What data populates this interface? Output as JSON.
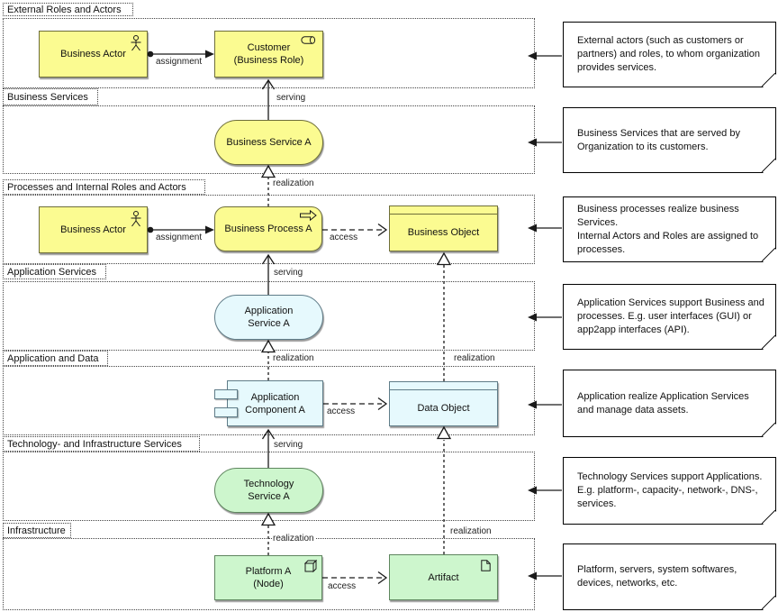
{
  "sections": [
    {
      "label": "External Roles and Actors"
    },
    {
      "label": "Business Services"
    },
    {
      "label": "Processes and Internal Roles and Actors"
    },
    {
      "label": "Application Services"
    },
    {
      "label": "Application and Data"
    },
    {
      "label": "Technology- and Infrastructure Services"
    },
    {
      "label": "Infrastructure"
    }
  ],
  "elements": {
    "business_actor_1": "Business Actor",
    "customer": "Customer\n(Business Role)",
    "business_service_a": "Business Service A",
    "business_actor_2": "Business Actor",
    "business_process_a": "Business Process A",
    "business_object": "Business Object",
    "application_service_a": "Application\nService A",
    "application_component_a": "Application\nComponent A",
    "data_object": "Data Object",
    "technology_service_a": "Technology\nService A",
    "platform_a": "Platform A\n(Node)",
    "artifact": "Artifact"
  },
  "relations": {
    "assignment": "assignment",
    "serving": "serving",
    "realization": "realization",
    "access": "access"
  },
  "notes": [
    "External actors (such as customers or partners) and roles, to whom organization provides services.",
    "Business Services that are served by Organization to its customers.",
    "Business processes realize business Services.\nInternal Actors and Roles are assigned to processes.",
    "Application Services support Business and processes. E.g. user interfaces (GUI) or app2app interfaces (API).",
    "Application realize Application Services and manage data assets.",
    "Technology Services support Applications. E.g. platform-, capacity-, network-, DNS-, services.",
    "Platform, servers, system softwares, devices, networks, etc."
  ],
  "icons": [
    "actor-icon",
    "role-icon",
    "process-icon",
    "component-icon",
    "node-icon",
    "artifact-icon"
  ],
  "colors": {
    "business": "#FBFB91",
    "business-border": "#6e6e3a",
    "application": "#E6F9FD",
    "application-border": "#5f7c88",
    "technology": "#CDF6CD",
    "technology-border": "#5e855e"
  }
}
